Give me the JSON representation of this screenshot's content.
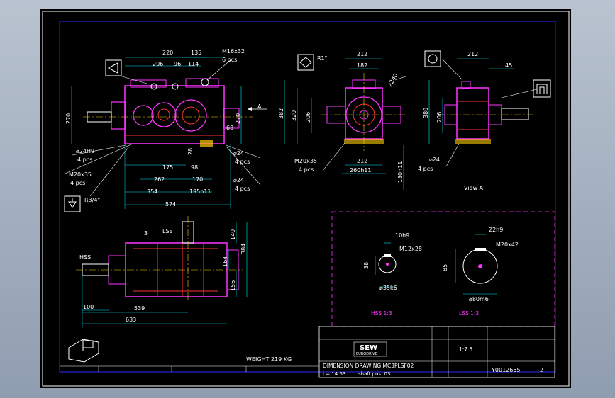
{
  "colors": {
    "background": "#000000",
    "border": "#ffffff",
    "frame": "#2a2aff",
    "dims": "#00e5ff",
    "outline": "#ff33ff",
    "detail": "#ff3333",
    "text": "#ffffff",
    "hatch": "#ffcc00"
  },
  "front_view": {
    "top_dims": [
      "220",
      "135",
      "206",
      "96",
      "114"
    ],
    "thread_note": [
      "M16x32",
      "6 pcs"
    ],
    "left_dim": "270",
    "right_dims": [
      "270",
      "68"
    ],
    "arrow_label": "A",
    "bottom_dims": [
      "175",
      "98",
      "28",
      "262",
      "170",
      "354",
      "195h11",
      "574"
    ],
    "hole_notes": [
      {
        "line1": "⌀24H9",
        "line2": "4 pcs"
      },
      {
        "line1": "M20x35",
        "line2": "4 pcs"
      },
      {
        "line1": "⌀24",
        "line2": "4 pcs"
      },
      {
        "line1": "⌀24",
        "line2": "4 pcs"
      }
    ],
    "symbol_label": "R3/4\""
  },
  "side_view": {
    "symbol_label": "R1\"",
    "top_dims": [
      "212",
      "182"
    ],
    "dia_label": "⌀240",
    "left_dims": [
      "382",
      "320",
      "206"
    ],
    "bottom_dims": [
      "212",
      "260h11"
    ],
    "right_dim": "180h11",
    "note": [
      "M20x35",
      "4 pcs"
    ]
  },
  "view_a": {
    "top_dims": [
      "212",
      "45"
    ],
    "left_dims": [
      "380",
      "206"
    ],
    "note": [
      "⌀24",
      "4 pcs"
    ],
    "label": "View A"
  },
  "plan_view": {
    "marker": "3",
    "lss_label": "LSS",
    "hss_label": "HSS",
    "right_dims": [
      "140",
      "384",
      "164",
      "156"
    ],
    "bottom_dims": [
      "100",
      "539",
      "633"
    ]
  },
  "shafts": {
    "hss": {
      "key": "10h9",
      "thread": "M12x28",
      "height": "38",
      "dia": "⌀35k6",
      "label": "HSS 1:3"
    },
    "lss": {
      "key": "22h9",
      "thread": "M20x42",
      "height": "85",
      "dia": "⌀80m6",
      "label": "LSS 1:3"
    }
  },
  "weight": "WEIGHT 219 KG",
  "title_block": {
    "logo_top": "SEW",
    "logo_bottom": "EURODRIVE",
    "drawing_title": "DIMENSION DRAWING   MC3PLSF02",
    "ratio": "i = 14.63",
    "shaft_pos": "shaft pos. 03",
    "scale": "1:7.5",
    "doc_no": "Y0012655",
    "sheet": "2"
  }
}
